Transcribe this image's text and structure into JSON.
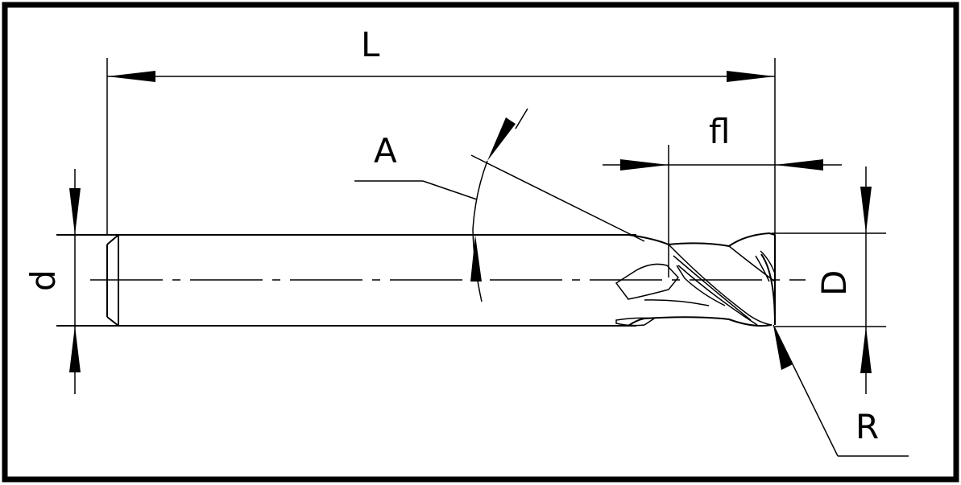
{
  "labels": {
    "overall_length": "L",
    "angle": "A",
    "flute_length": "fl",
    "shank_diameter": "d",
    "cutting_diameter": "D",
    "corner_radius": "R"
  },
  "colors": {
    "ink": "#000000",
    "paper": "#ffffff"
  }
}
